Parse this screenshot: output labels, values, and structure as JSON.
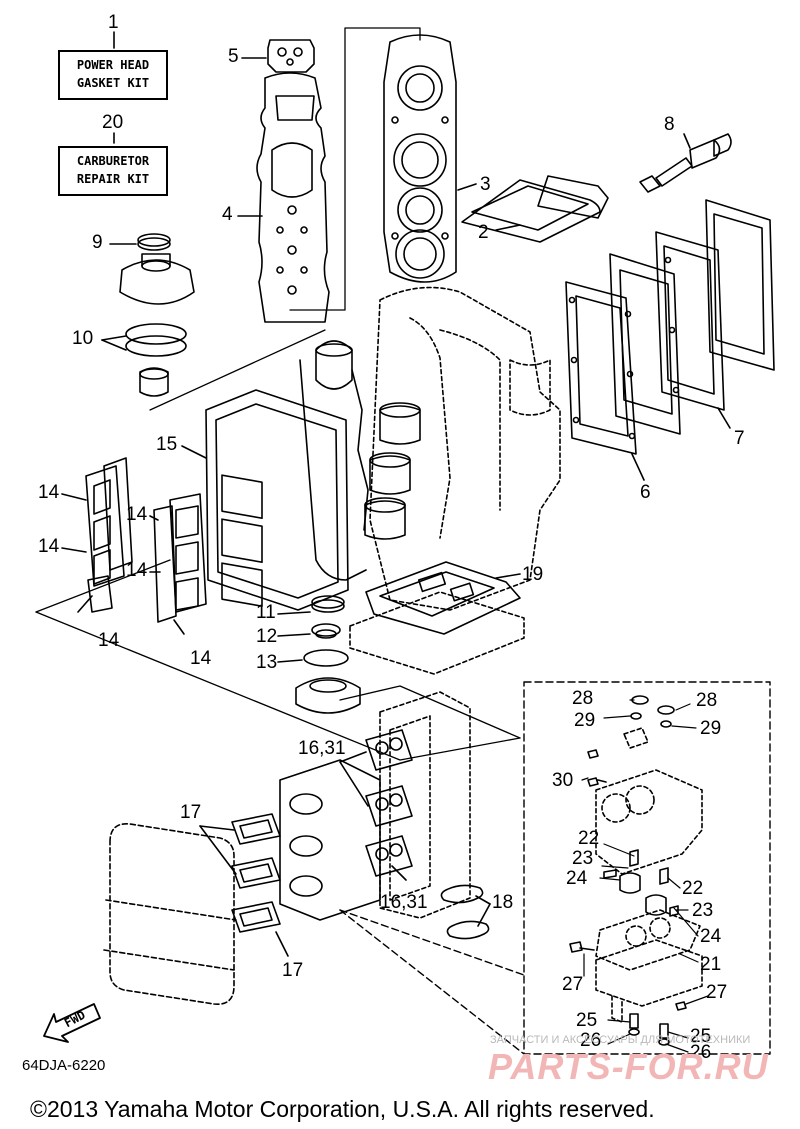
{
  "kits": {
    "power_head": {
      "number": "1",
      "line1": "POWER HEAD",
      "line2": "GASKET KIT"
    },
    "carburetor": {
      "number": "20",
      "line1": "CARBURETOR",
      "line2": "REPAIR KIT"
    }
  },
  "callouts": {
    "c2": "2",
    "c3": "3",
    "c4": "4",
    "c5": "5",
    "c6": "6",
    "c7": "7",
    "c8": "8",
    "c9": "9",
    "c10": "10",
    "c11": "11",
    "c12": "12",
    "c13": "13",
    "c14a": "14",
    "c14b": "14",
    "c14c": "14",
    "c14d": "14",
    "c14e": "14",
    "c14f": "14",
    "c15": "15",
    "c16a": "16,31",
    "c16b": "16,31",
    "c17a": "17",
    "c17b": "17",
    "c18": "18",
    "c19": "19",
    "c21": "21",
    "c22a": "22",
    "c22b": "22",
    "c23a": "23",
    "c23b": "23",
    "c24a": "24",
    "c24b": "24",
    "c25a": "25",
    "c25b": "25",
    "c26a": "26",
    "c26b": "26",
    "c27a": "27",
    "c27b": "27",
    "c28a": "28",
    "c28b": "28",
    "c29a": "29",
    "c29b": "29",
    "c30": "30"
  },
  "fwd_label": "FWD",
  "drawing_code": "64DJA-6220",
  "copyright": "©2013 Yamaha Motor Corporation, U.S.A. All rights reserved.",
  "watermark": {
    "top_text": "ЗАПЧАСТИ И АКСЕССУАРЫ ДЛЯ МОТОТЕХНИКИ",
    "logo_text": "PARTS-FOR.RU"
  }
}
